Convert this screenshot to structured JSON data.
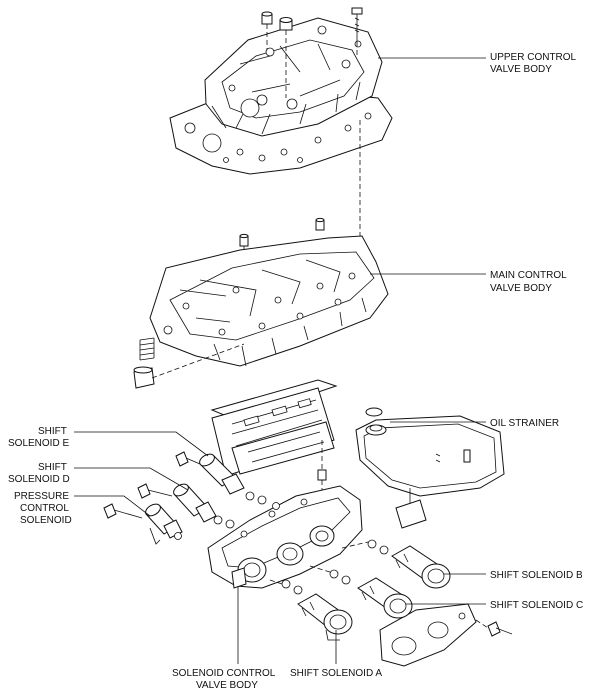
{
  "labels": {
    "upper_line1": "UPPER CONTROL",
    "upper_line2": "VALVE BODY",
    "main_line1": "MAIN CONTROL",
    "main_line2": "VALVE BODY",
    "strainer": "OIL STRAINER",
    "sol_e_line1": "SHIFT",
    "sol_e_line2": "SOLENOID E",
    "sol_d_line1": "SHIFT",
    "sol_d_line2": "SOLENOID D",
    "pcs_line1": "PRESSURE",
    "pcs_line2": "CONTROL",
    "pcs_line3": "SOLENOID",
    "sol_b": "SHIFT SOLENOID B",
    "sol_c": "SHIFT SOLENOID C",
    "sol_a": "SHIFT SOLENOID A",
    "scvb_line1": "SOLENOID CONTROL",
    "scvb_line2": "VALVE BODY"
  }
}
